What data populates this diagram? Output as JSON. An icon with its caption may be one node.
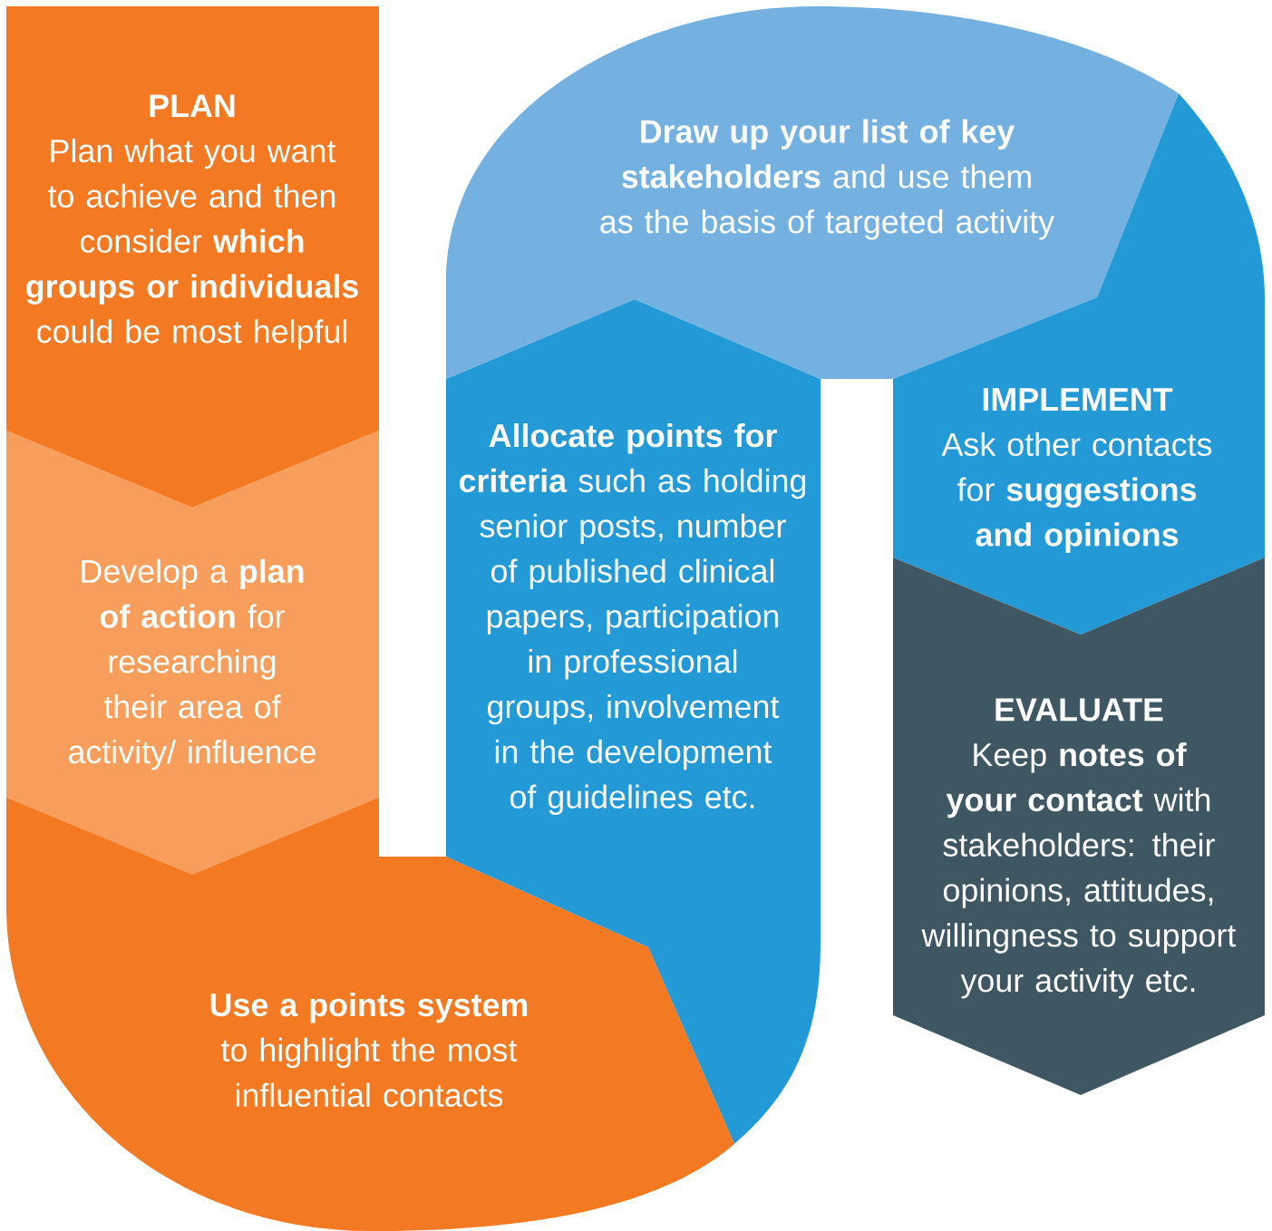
{
  "diagram": {
    "nodes": [
      {
        "text": [
          "PLAN",
          "Plan what you want to achieve and then consider **which groups or individuals** could be most helpful"
        ]
      },
      {
        "text": [
          "Develop a **plan of action** for researching their area of activity/ influence"
        ]
      },
      {
        "text": [
          "**Use a points system** to highlight the most influential contacts"
        ]
      },
      {
        "text": [
          "**Allocate points for criteria** such as holding senior posts, number of published clinical papers, participation in professional groups, involvement in the development of guidelines etc."
        ]
      },
      {
        "text": [
          "**Draw up your list of key stakeholders** and use them as the basis of targeted activity"
        ]
      },
      {
        "text": [
          "IMPLEMENT",
          "Ask other contacts for **suggestions and opinions**"
        ]
      },
      {
        "text": [
          "EVALUATE",
          "Keep **notes of your contact** with stakeholders: their opinions, attitudes, willingness to support your activity etc."
        ]
      }
    ]
  }
}
